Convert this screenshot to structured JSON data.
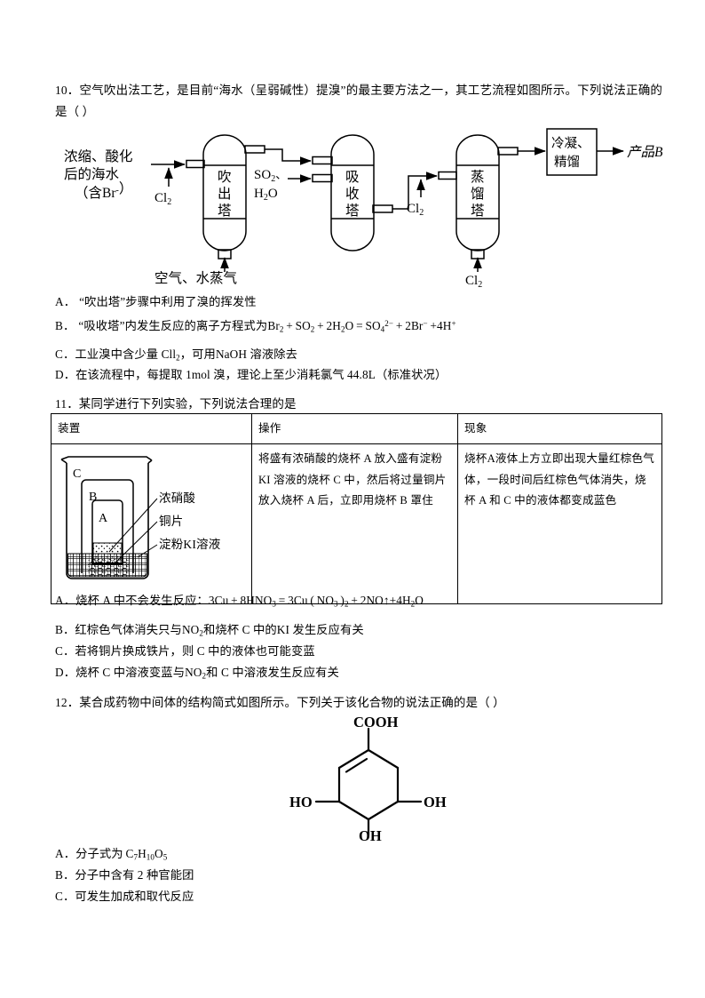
{
  "questions": [
    {
      "number": "10",
      "stem": "10．空气吹出法工艺，是目前“海水（呈弱碱性）提溴”的最主要方法之一，其工艺流程如图所示。下列说法正确的是（        ）",
      "options": {
        "a_label": "A．",
        "a_text": "“吹出塔”步骤中利用了溴的挥发性",
        "b_label": "B．",
        "b_text": "“吸收塔”内发生反应的离子方程式为",
        "b_equation": "Br2 + SO2 + 2H2O = SO4^2- + 2Br^- + 4H^+",
        "c_label": "C．",
        "c_text_1": "工业溴中含少量 Cl",
        "c_text_2": "，可用NaOH 溶液除去",
        "d_label": "D．",
        "d_text": "在该流程中，每提取 1mol 溴，理论上至少消耗氯气 44.8L（标准状况）"
      },
      "flow": {
        "input_line1": "浓缩、酸化",
        "input_line2": "后的海水",
        "input_line3": "（含Br⁻）",
        "cl2_in": "Cl",
        "tower1_line1": "吹",
        "tower1_line2": "出",
        "tower1_line3": "塔",
        "so2_label": "SO",
        "h2o_label": "H",
        "tower2_line1": "吸",
        "tower2_line2": "收",
        "tower2_line3": "塔",
        "cl2_mid": "Cl",
        "tower3_line1": "蒸",
        "tower3_line2": "馏",
        "tower3_line3": "塔",
        "box_line1": "冷凝、",
        "box_line2": "精馏",
        "product": "产品Br",
        "bottom_air": "空气、水蒸气",
        "cl2_bottom": "Cl"
      }
    },
    {
      "number": "11",
      "stem": "11．某同学进行下列实验，下列说法合理的是",
      "table": {
        "headers": [
          "装置",
          "操作",
          "现象"
        ],
        "row": {
          "operation": "将盛有浓硝酸的烧杯 A 放入盛有淀粉 KI 溶液的烧杯 C 中，然后将过量铜片放入烧杯 A 后，立即用烧杯 B 罩住",
          "phenomenon": "烧杯A液体上方立即出现大量红棕色气体，一段时间后红棕色气体消失，烧杯 A 和 C 中的液体都变成蓝色"
        },
        "figure_labels": {
          "beaker_c": "C",
          "beaker_b": "B",
          "beaker_a": "A",
          "label1": "浓硝酸",
          "label2": "铜片",
          "label3": "淀粉KI溶液"
        }
      },
      "options": {
        "a_label": "A．",
        "a_text": "烧杯 A 中不会发生反应：",
        "a_equation": "3Cu + 8HNO3 = 3Cu(NO3)2 + 2NO↑ + 4H2O",
        "b_label": "B．",
        "b_text_1": "红棕色气体消失只与NO",
        "b_text_2": "和烧杯 C 中的KI 发生反应有关",
        "c_label": "C．",
        "c_text": "若将铜片换成铁片，则 C 中的液体也可能变蓝",
        "d_label": "D．",
        "d_text_1": "烧杯 C 中溶液变蓝与NO",
        "d_text_2": "和 C 中溶液发生反应有关"
      }
    },
    {
      "number": "12",
      "stem": "12．某合成药物中间体的结构简式如图所示。下列关于该化合物的说法正确的是（        ）",
      "structure": {
        "cooh": "COOH",
        "ho_left": "HO",
        "oh_right": "OH",
        "oh_bottom": "OH"
      },
      "options": {
        "a_label": "A．",
        "a_text": "分子式为",
        "a_formula": "C7H10O5",
        "b_label": "B．",
        "b_text": "分子中含有 2 种官能团",
        "c_label": "C．",
        "c_text": "可发生加成和取代反应"
      }
    }
  ],
  "colors": {
    "ink": "#000000",
    "paper": "#ffffff"
  }
}
